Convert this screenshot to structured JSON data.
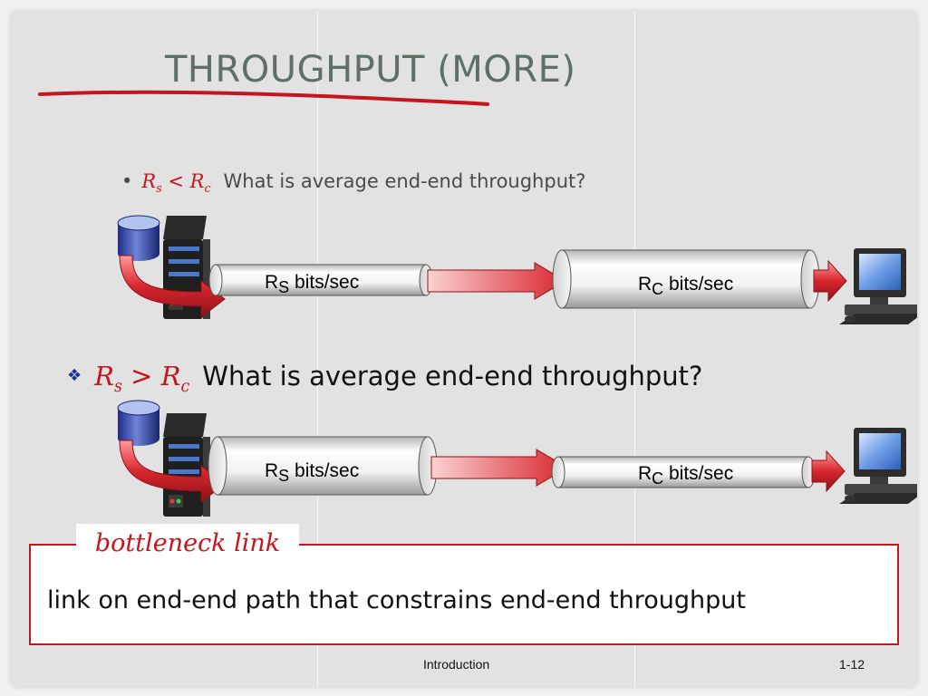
{
  "slide": {
    "title": "THROUGHPUT (MORE)",
    "bullet1": {
      "marker": "•",
      "rs_main": "R",
      "rs_sub": "s",
      "operator": "<",
      "rc_main": "R",
      "rc_sub": "c",
      "question": "What is average end-end throughput?"
    },
    "bullet2": {
      "marker": "❖",
      "rs_main": "R",
      "rs_sub": "s",
      "operator": ">",
      "rc_main": "R",
      "rc_sub": "c",
      "question": "What is average end-end throughput?"
    },
    "diagram1": {
      "pipe1": {
        "main": "R",
        "sub": "S",
        "unit": " bits/sec"
      },
      "pipe2": {
        "main": "R",
        "sub": "C",
        "unit": " bits/sec"
      }
    },
    "diagram2": {
      "pipe1": {
        "main": "R",
        "sub": "S",
        "unit": " bits/sec"
      },
      "pipe2": {
        "main": "R",
        "sub": "C",
        "unit": " bits/sec"
      }
    },
    "callout": {
      "label": "bottleneck link",
      "text": "link on end-end path that constrains  end-end throughput"
    },
    "footer": {
      "center": "Introduction",
      "page": "1-12"
    }
  },
  "colors": {
    "title": "#5e6f66",
    "accent_red": "#c4161c",
    "bullet_text": "#4a4a4a",
    "body_text": "#111111",
    "arrow_red": "#d8262e",
    "arrow_yellow": "#e8c846"
  }
}
